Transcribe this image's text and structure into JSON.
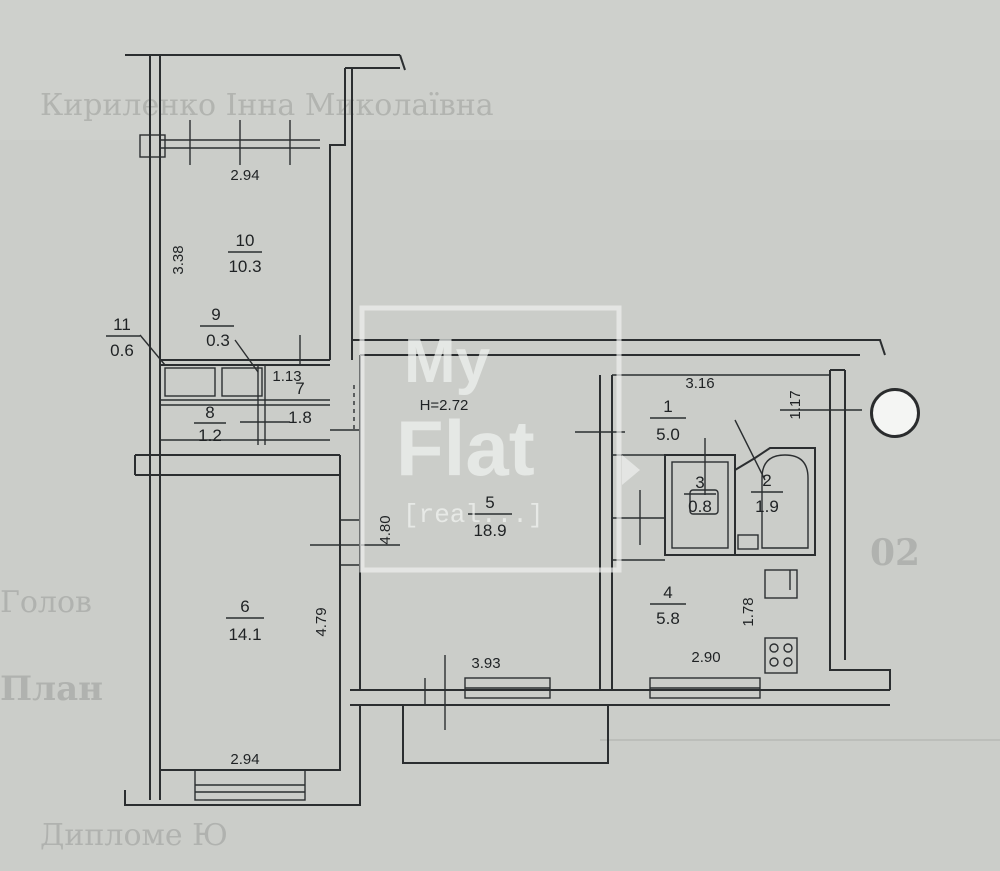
{
  "floorplan": {
    "ceiling_height": "H=2.72",
    "rooms": [
      {
        "id": "room-1",
        "number": "1",
        "area": "5.0"
      },
      {
        "id": "room-2",
        "number": "2",
        "area": "1.9"
      },
      {
        "id": "room-3",
        "number": "3",
        "area": "0.8"
      },
      {
        "id": "room-4",
        "number": "4",
        "area": "5.8"
      },
      {
        "id": "room-5",
        "number": "5",
        "area": "18.9"
      },
      {
        "id": "room-6",
        "number": "6",
        "area": "14.1"
      },
      {
        "id": "room-7",
        "number": "7",
        "area": "1.8"
      },
      {
        "id": "room-8",
        "number": "8",
        "area": "1.2"
      },
      {
        "id": "room-9",
        "number": "9",
        "area": "0.3"
      },
      {
        "id": "room-10",
        "number": "10",
        "area": "10.3"
      },
      {
        "id": "room-11",
        "number": "11",
        "area": "0.6"
      }
    ],
    "dimensions": {
      "room10_width": "2.94",
      "room10_depth": "3.38",
      "room7_width": "1.13",
      "room1_width": "3.16",
      "room1_depth": "1.17",
      "room5_depth": "4.80",
      "room5_width": "3.93",
      "room6_depth": "4.79",
      "room6_width": "2.94",
      "room4_depth": "1.78",
      "room4_width": "2.90"
    }
  },
  "watermark": {
    "line1": "My",
    "line2": "Flat",
    "line3": "[real...]"
  },
  "background": {
    "heading": "Кириленко Інна Миколаївна",
    "left_word1": "Голов",
    "left_word2": "План",
    "side_number": "02",
    "bottom_word": "Дипломе Ю"
  }
}
